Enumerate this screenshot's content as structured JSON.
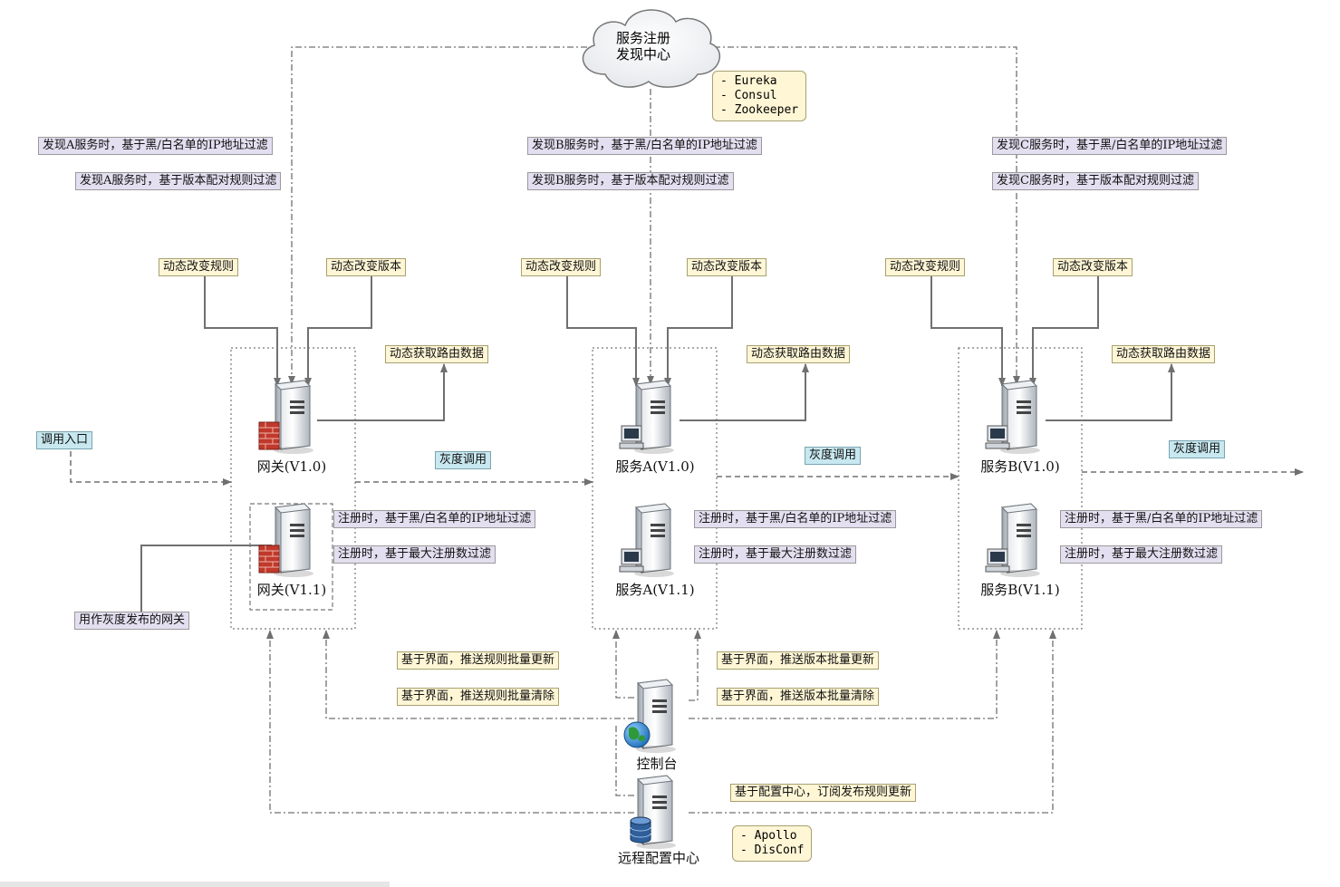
{
  "registry": {
    "line1": "服务注册",
    "line2": "发现中心"
  },
  "registry_note": [
    "- Eureka",
    "- Consul",
    "- Zookeeper"
  ],
  "config_note": [
    "- Apollo",
    "- DisConf"
  ],
  "labels": {
    "discover_a_ip": "发现A服务时，基于黑/白名单的IP地址过滤",
    "discover_a_ver": "发现A服务时，基于版本配对规则过滤",
    "discover_b_ip": "发现B服务时，基于黑/白名单的IP地址过滤",
    "discover_b_ver": "发现B服务时，基于版本配对规则过滤",
    "discover_c_ip": "发现C服务时，基于黑/白名单的IP地址过滤",
    "discover_c_ver": "发现C服务时，基于版本配对规则过滤",
    "dyn_rule": "动态改变规则",
    "dyn_version": "动态改变版本",
    "dyn_route": "动态获取路由数据",
    "gray_call": "灰度调用",
    "entry": "调用入口",
    "reg_ip": "注册时，基于黑/白名单的IP地址过滤",
    "reg_max": "注册时，基于最大注册数过滤",
    "gray_gateway": "用作灰度发布的网关",
    "push_rule_update": "基于界面，推送规则批量更新",
    "push_rule_clear": "基于界面，推送规则批量清除",
    "push_ver_update": "基于界面，推送版本批量更新",
    "push_ver_clear": "基于界面，推送版本批量清除",
    "subscribe_config": "基于配置中心，订阅发布规则更新"
  },
  "nodes": {
    "gateway_v10": "网关(V1.0)",
    "gateway_v11": "网关(V1.1)",
    "service_a_v10": "服务A(V1.0)",
    "service_a_v11": "服务A(V1.1)",
    "service_b_v10": "服务B(V1.0)",
    "service_b_v11": "服务B(V1.1)",
    "console": "控制台",
    "config_center": "远程配置中心"
  },
  "colors": {
    "label_lavender": "#e4dff0",
    "label_yellow": "#fff6d6",
    "label_blue": "#c8e8f0",
    "connector": "#707070",
    "firewall": "#c0392b"
  },
  "icons": [
    "cloud-icon",
    "server-icon",
    "firewall-icon",
    "computer-icon",
    "globe-icon",
    "database-icon"
  ]
}
